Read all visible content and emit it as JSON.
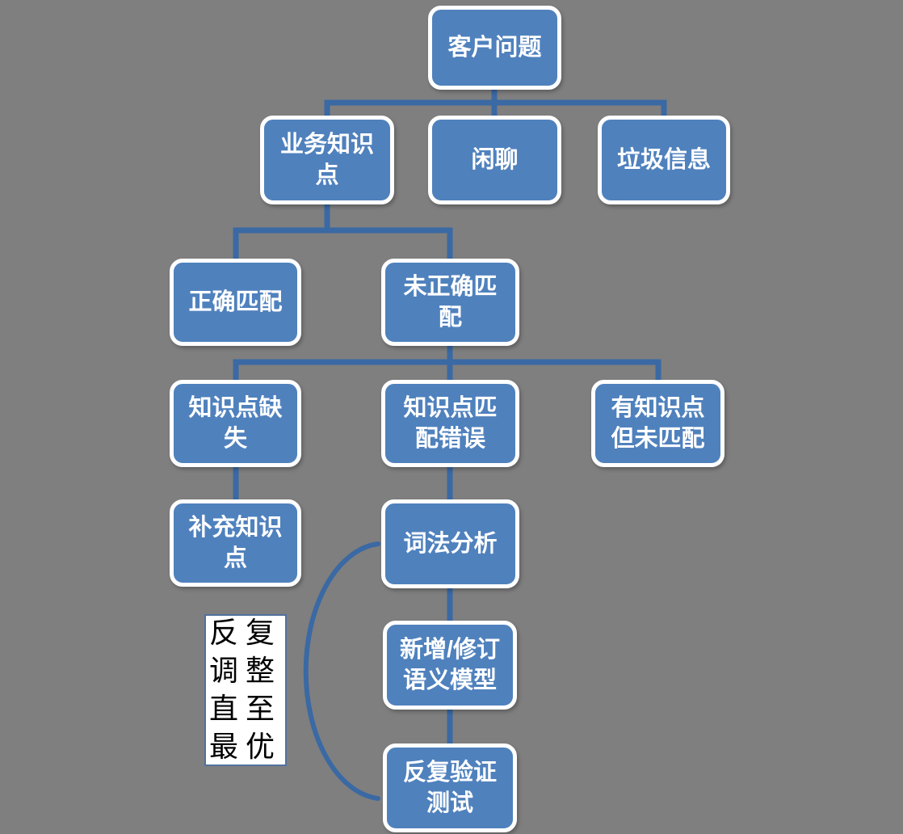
{
  "diagram": {
    "type": "flowchart",
    "colors": {
      "background": "#7f7f7f",
      "node_fill": "#4f81bd",
      "node_border": "#ffffff",
      "connector": "#3a69a4",
      "note_border": "#51719e",
      "node_text": "#ffffff",
      "note_text": "#000000"
    },
    "nodes": {
      "customer_question": {
        "label": "客户问题"
      },
      "business_knowledge": {
        "label": "业务知识\n点"
      },
      "chitchat": {
        "label": "闲聊"
      },
      "spam": {
        "label": "垃圾信息"
      },
      "correct_match": {
        "label": "正确匹配"
      },
      "incorrect_match": {
        "label": "未正确匹\n配"
      },
      "kp_missing": {
        "label": "知识点缺\n失"
      },
      "kp_match_error": {
        "label": "知识点匹\n配错误"
      },
      "kp_exists_unmatched": {
        "label": "有知识点\n但未匹配"
      },
      "supplement_kp": {
        "label": "补充知识\n点"
      },
      "lexical_analysis": {
        "label": "词法分析"
      },
      "revise_semantic_model": {
        "label": "新增/修订\n语义模型"
      },
      "repeat_verify_test": {
        "label": "反复验证\n测试"
      }
    },
    "loop_note": {
      "label": "反复\n调整\n直至\n最优"
    },
    "edges": [
      {
        "from": "customer_question",
        "to": "business_knowledge"
      },
      {
        "from": "customer_question",
        "to": "chitchat"
      },
      {
        "from": "customer_question",
        "to": "spam"
      },
      {
        "from": "business_knowledge",
        "to": "correct_match"
      },
      {
        "from": "business_knowledge",
        "to": "incorrect_match"
      },
      {
        "from": "incorrect_match",
        "to": "kp_missing"
      },
      {
        "from": "incorrect_match",
        "to": "kp_match_error"
      },
      {
        "from": "incorrect_match",
        "to": "kp_exists_unmatched"
      },
      {
        "from": "kp_missing",
        "to": "supplement_kp"
      },
      {
        "from": "kp_match_error",
        "to": "lexical_analysis"
      },
      {
        "from": "lexical_analysis",
        "to": "revise_semantic_model"
      },
      {
        "from": "revise_semantic_model",
        "to": "repeat_verify_test"
      },
      {
        "from": "repeat_verify_test",
        "to": "lexical_analysis",
        "style": "loop-arc",
        "note": "反复调整直至最优"
      }
    ]
  }
}
